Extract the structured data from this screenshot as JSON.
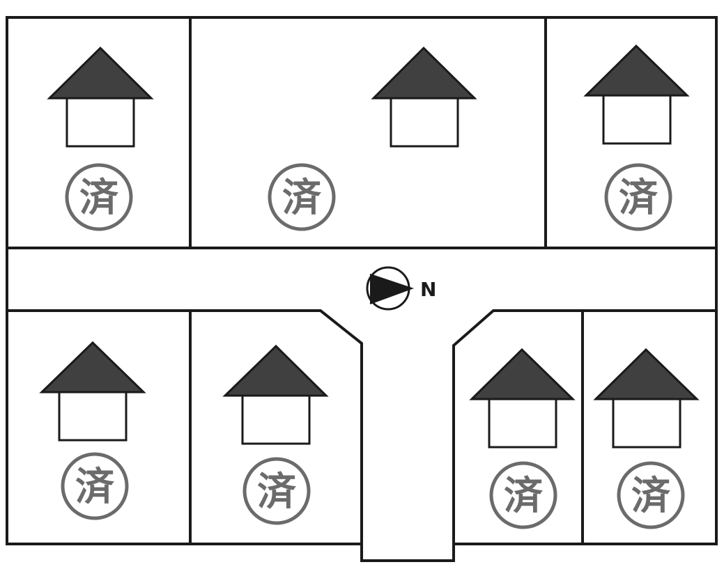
{
  "colors": {
    "line": "#1a1a1a",
    "roof": "#404040",
    "stamp": "#6b6b6b",
    "background": "#ffffff"
  },
  "compass": {
    "label": "N",
    "icon": "north-arrow-icon"
  },
  "lots": [
    {
      "id": "lot-1",
      "stamp": "済",
      "icon": "house-icon"
    },
    {
      "id": "lot-2",
      "stamp": "済",
      "icon": "house-icon"
    },
    {
      "id": "lot-3",
      "stamp": "済",
      "icon": "house-icon"
    },
    {
      "id": "lot-4",
      "stamp": "済",
      "icon": "house-icon"
    },
    {
      "id": "lot-5",
      "stamp": "済",
      "icon": "house-icon"
    },
    {
      "id": "lot-6",
      "stamp": "済",
      "icon": "house-icon"
    },
    {
      "id": "lot-7",
      "stamp": "済",
      "icon": "house-icon"
    }
  ]
}
